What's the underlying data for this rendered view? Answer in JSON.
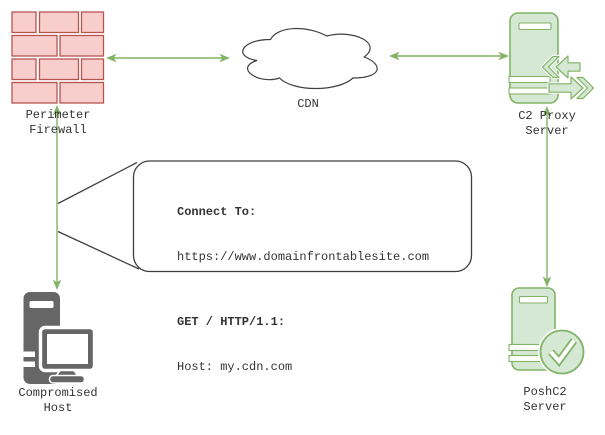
{
  "diagram_type": "domain-fronting network diagram",
  "nodes": {
    "perimeter_firewall": {
      "label_line1": "Perimeter",
      "label_line2": "Firewall",
      "icon": "brick-wall-icon"
    },
    "cdn": {
      "label": "CDN",
      "icon": "cloud-icon"
    },
    "c2_proxy_server": {
      "label_line1": "C2 Proxy",
      "label_line2": "Server",
      "icon": "proxy-server-arrows-icon"
    },
    "compromised_host": {
      "label_line1": "Compromised",
      "label_line2": "Host",
      "icon": "desktop-computer-icon"
    },
    "poshc2_server": {
      "label_line1": "PoshC2",
      "label_line2": "Server",
      "icon": "server-checkmark-icon"
    }
  },
  "callout": {
    "connect_heading": "Connect To:",
    "connect_url": "https://www.domainfrontablesite.com",
    "request_heading": "GET / HTTP/1.1:",
    "request_host": "Host: my.cdn.com"
  },
  "connectors": [
    {
      "from": "perimeter_firewall",
      "to": "cdn",
      "style": "double-arrow"
    },
    {
      "from": "cdn",
      "to": "c2_proxy_server",
      "style": "double-arrow"
    },
    {
      "from": "perimeter_firewall",
      "to": "compromised_host",
      "style": "double-arrow"
    },
    {
      "from": "c2_proxy_server",
      "to": "poshc2_server",
      "style": "double-arrow"
    }
  ],
  "colors": {
    "firewall_fill": "#F8CECC",
    "firewall_stroke": "#B85450",
    "server_fill": "#D5E8D4",
    "server_stroke": "#82B366",
    "connector_green": "#82B366",
    "host_gray": "#666666",
    "outline_dark": "#3F3F3F",
    "text": "#333333",
    "background": "#FFFFFF"
  }
}
